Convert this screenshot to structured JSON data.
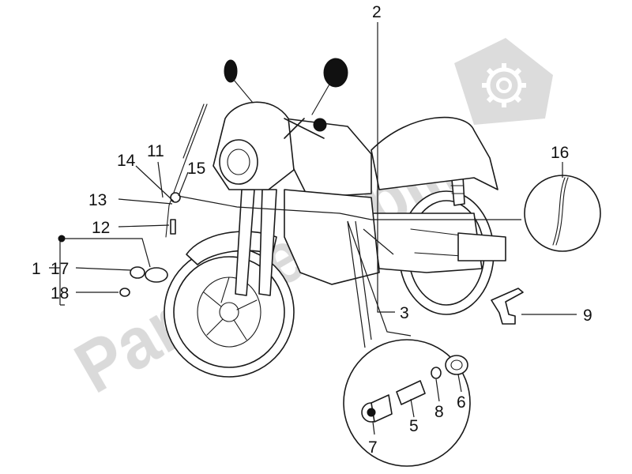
{
  "watermark": {
    "text": "PartsRepublik",
    "icon": "gear-icon"
  },
  "callouts": [
    {
      "num": "2"
    },
    {
      "num": "16"
    },
    {
      "num": "11"
    },
    {
      "num": "14"
    },
    {
      "num": "15"
    },
    {
      "num": "13"
    },
    {
      "num": "12"
    },
    {
      "num": "1"
    },
    {
      "num": "17"
    },
    {
      "num": "18"
    },
    {
      "num": "3"
    },
    {
      "num": "9"
    },
    {
      "num": "5"
    },
    {
      "num": "8"
    },
    {
      "num": "6"
    },
    {
      "num": "7"
    }
  ]
}
